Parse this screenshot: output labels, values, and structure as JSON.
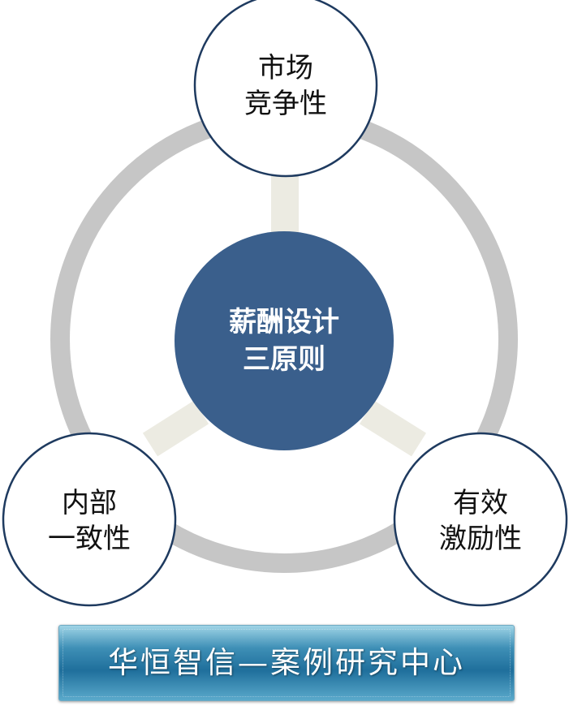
{
  "diagram": {
    "center": {
      "line1": "薪酬设计",
      "line2": "三原则"
    },
    "nodes": [
      {
        "id": "top",
        "line1": "市场",
        "line2": "竞争性"
      },
      {
        "id": "left",
        "line1": "内部",
        "line2": "一致性"
      },
      {
        "id": "right",
        "line1": "有效",
        "line2": "激励性"
      }
    ]
  },
  "footer": {
    "banner": "华恒智信—案例研究中心"
  },
  "colors": {
    "ring": "#c6c6c6",
    "spoke": "#ecebe2",
    "center_fill": "#3a5f8c",
    "node_border": "#1e3a5f",
    "banner_blue": "#1f6f9c"
  }
}
